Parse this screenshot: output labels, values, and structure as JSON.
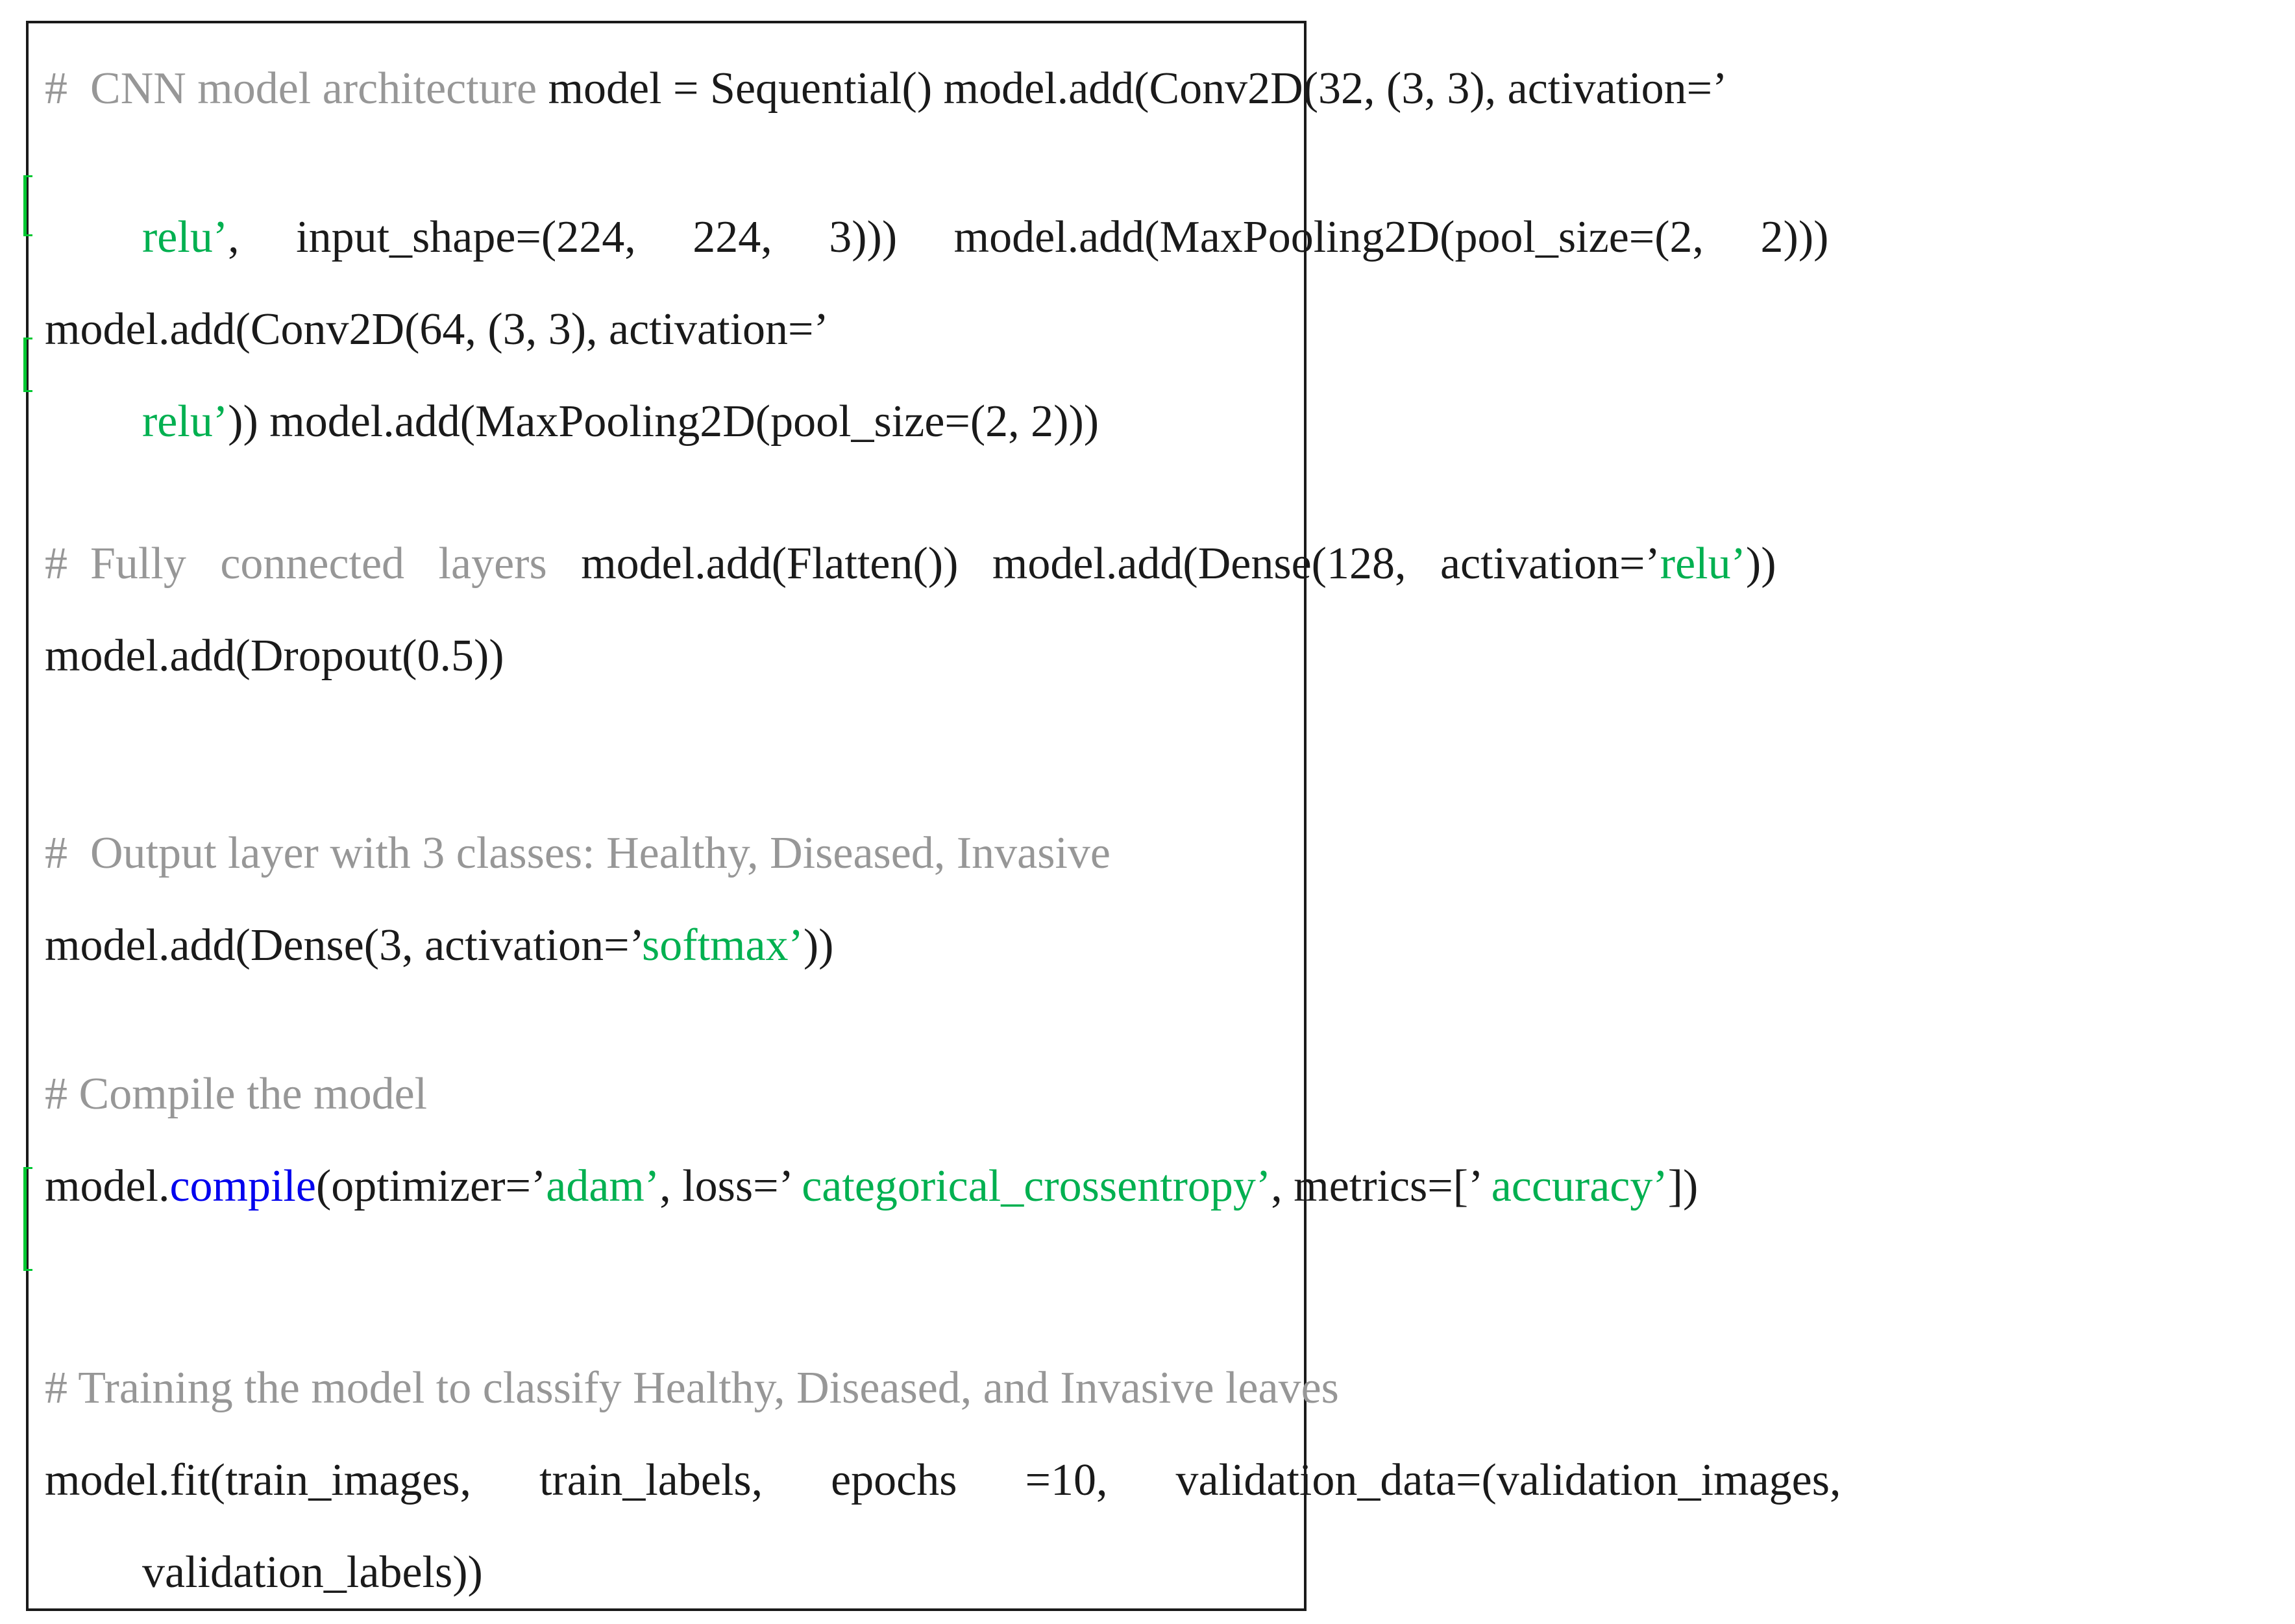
{
  "colors": {
    "code": "#1a1a1a",
    "comment": "#979797",
    "string": "#00b050",
    "keyword": "#0000ee",
    "border": "#1a1a1a",
    "bracket": "#00c832"
  },
  "code": {
    "lines": [
      {
        "segments": [
          {
            "style": "comment",
            "text": "#  CNN model architecture "
          },
          {
            "style": "code",
            "text": "model = Sequential() model.add(Conv2D(32, (3, 3), activation=’"
          }
        ]
      },
      {
        "segments": [
          {
            "style": "string",
            "text": "relu’"
          },
          {
            "style": "code",
            "text": ",     input_shape=(224,     224,     3)))     model.add(MaxPooling2D(pool_size=(2,     2)))"
          }
        ]
      },
      {
        "segments": [
          {
            "style": "code",
            "text": "model.add(Conv2D(64, (3, 3), activation=’"
          }
        ]
      },
      {
        "segments": [
          {
            "style": "string",
            "text": "relu’"
          },
          {
            "style": "code",
            "text": ")) model.add(MaxPooling2D(pool_size=(2, 2)))"
          }
        ]
      },
      {
        "segments": [
          {
            "style": "comment",
            "text": "#  Fully   connected   layers   "
          },
          {
            "style": "code",
            "text": "model.add(Flatten())   model.add(Dense(128,   activation=’"
          },
          {
            "style": "string",
            "text": "relu’"
          },
          {
            "style": "code",
            "text": "))"
          }
        ]
      },
      {
        "segments": [
          {
            "style": "code",
            "text": "model.add(Dropout(0.5))"
          }
        ]
      },
      {
        "segments": [
          {
            "style": "comment",
            "text": "#  Output layer with 3 classes: Healthy, Diseased, Invasive"
          }
        ]
      },
      {
        "segments": [
          {
            "style": "code",
            "text": "model.add(Dense(3, activation=’"
          },
          {
            "style": "string",
            "text": "softmax’"
          },
          {
            "style": "code",
            "text": "))"
          }
        ]
      },
      {
        "segments": [
          {
            "style": "comment",
            "text": "# Compile the model"
          }
        ]
      },
      {
        "segments": [
          {
            "style": "code",
            "text": "model."
          },
          {
            "style": "keyword",
            "text": "compile"
          },
          {
            "style": "code",
            "text": "(optimizer=’"
          },
          {
            "style": "string",
            "text": "adam’"
          },
          {
            "style": "code",
            "text": ", loss=’ "
          },
          {
            "style": "string",
            "text": "categorical_crossentropy’"
          },
          {
            "style": "code",
            "text": ", metrics=[’ "
          },
          {
            "style": "string",
            "text": "accuracy’"
          },
          {
            "style": "code",
            "text": "])"
          }
        ]
      },
      {
        "segments": [
          {
            "style": "comment",
            "text": "# Training the model to classify Healthy, Diseased, and Invasive leaves"
          }
        ]
      },
      {
        "segments": [
          {
            "style": "code",
            "text": "model.fit(train_images,      train_labels,      epochs      =10,      validation_data=(validation_images,"
          }
        ]
      },
      {
        "segments": [
          {
            "style": "code",
            "text": "validation_labels))"
          }
        ]
      }
    ]
  }
}
